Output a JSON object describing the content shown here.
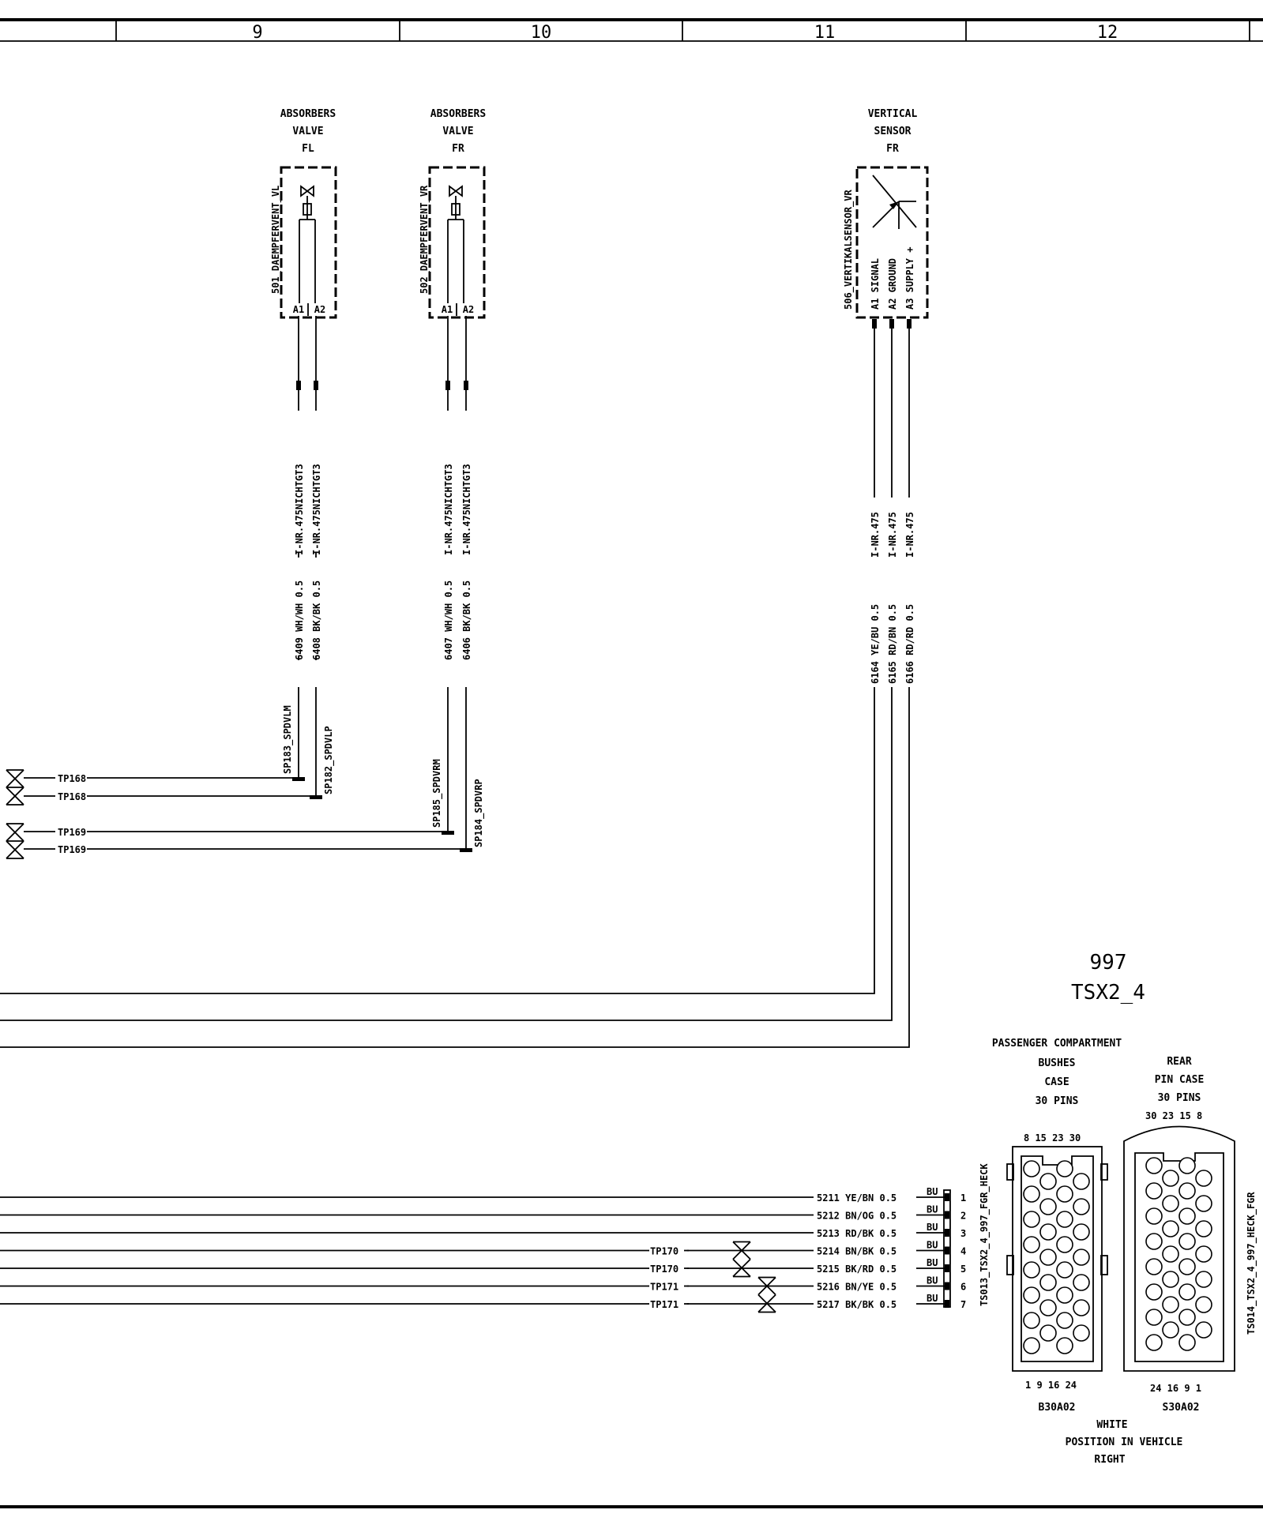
{
  "columns": [
    "9",
    "10",
    "11",
    "12"
  ],
  "components": {
    "valve_fl": {
      "title": [
        "ABSORBERS",
        "VALVE",
        "FL"
      ],
      "id": "501_DAEMPFERVENT_VL",
      "pins": [
        "A1",
        "A2"
      ]
    },
    "valve_fr": {
      "title": [
        "ABSORBERS",
        "VALVE",
        "FR"
      ],
      "id": "502_DAEMPFERVENT_VR",
      "pins": [
        "A1",
        "A2"
      ]
    },
    "sensor_fr": {
      "title": [
        "VERTICAL",
        "SENSOR",
        "FR"
      ],
      "id": "506_VERTIKALSENSOR_VR",
      "pins": [
        "A1 SIGNAL",
        "A2 GROUND",
        "A3 SUPPLY +"
      ]
    }
  },
  "wires": {
    "fl": [
      "6409 WH/WH 0.5",
      "6408 BK/BK 0.5"
    ],
    "fl_code": [
      "I-NR.475NICHTGT3",
      "I-NR.475NICHTGT3"
    ],
    "fr": [
      "6407 WH/WH 0.5",
      "6406 BK/BK 0.5"
    ],
    "fr_code": [
      "I-NR.475NICHTGT3",
      "I-NR.475NICHTGT3"
    ],
    "sensor": [
      "6164 YE/BU 0.5",
      "6165 RD/BN 0.5",
      "6166 RD/RD 0.5"
    ],
    "sensor_code": [
      "I-NR.475",
      "I-NR.475",
      "I-NR.475"
    ]
  },
  "splices": [
    "SP183_SPDVLM",
    "SP182_SPDVLP",
    "SP185_SPDVRM",
    "SP184_SPDVRP"
  ],
  "testpoints": [
    "TP168",
    "TP168",
    "TP169",
    "TP169"
  ],
  "connector": {
    "model": "997",
    "name": "TSX2_4",
    "passenger": [
      "PASSENGER COMPARTMENT",
      "BUSHES",
      "CASE",
      "30 PINS"
    ],
    "rear": [
      "REAR",
      "PIN CASE",
      "30 PINS"
    ],
    "top_nums_left": "8  15 23 30",
    "top_nums_right": "30  23 15 8",
    "bot_nums_left": "1  9  16 24",
    "bot_nums_right": "24 16  9  1",
    "code_left": "B30A02",
    "code_right": "S30A02",
    "footer": [
      "WHITE",
      "POSITION IN VEHICLE",
      "RIGHT"
    ],
    "side_left": "TS013_TSX2_4_997_FGR_HECK",
    "side_right": "TS014_TSX2_4_997_HECK_FGR",
    "pin_tag": "BU",
    "pins": [
      "1",
      "2",
      "3",
      "4",
      "5",
      "6",
      "7"
    ]
  },
  "conn_wires": [
    "5211 YE/BN 0.5",
    "5212 BN/OG 0.5",
    "5213 RD/BK 0.5",
    "5214 BN/BK 0.5",
    "5215 BK/RD 0.5",
    "5216 BN/YE 0.5",
    "5217 BK/BK 0.5"
  ],
  "conn_tps": [
    "TP170",
    "TP170",
    "TP171",
    "TP171"
  ]
}
